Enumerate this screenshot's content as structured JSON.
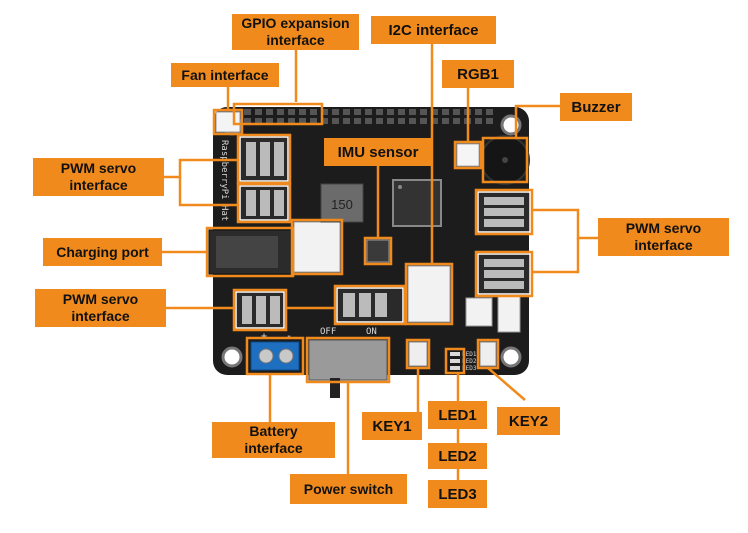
{
  "labels": {
    "gpio": "GPIO expansion\ninterface",
    "i2c": "I2C interface",
    "fan": "Fan interface",
    "rgb": "RGB1",
    "buzzer": "Buzzer",
    "pwm_top_left": "PWM servo\ninterface",
    "imu": "IMU sensor",
    "pwm_right": "PWM servo\ninterface",
    "charging": "Charging port",
    "pwm_bottom_left": "PWM servo\ninterface",
    "battery": "Battery\ninterface",
    "power": "Power switch",
    "key1": "KEY1",
    "led1": "LED1",
    "key2": "KEY2",
    "led2": "LED2",
    "led3": "LED3"
  },
  "board": {
    "silk_off": "OFF",
    "silk_on": "ON",
    "inductor_code": "150",
    "silk_plus": "+",
    "silk_minus": "-",
    "silk_side": "RaspberryPi Hat",
    "silk_led1": "LED1",
    "silk_led2": "LED2",
    "silk_led3": "LED3"
  },
  "colors": {
    "accent": "#f18a1c",
    "pcb": "#1c1c1c",
    "terminal": "#1f6fc0"
  }
}
